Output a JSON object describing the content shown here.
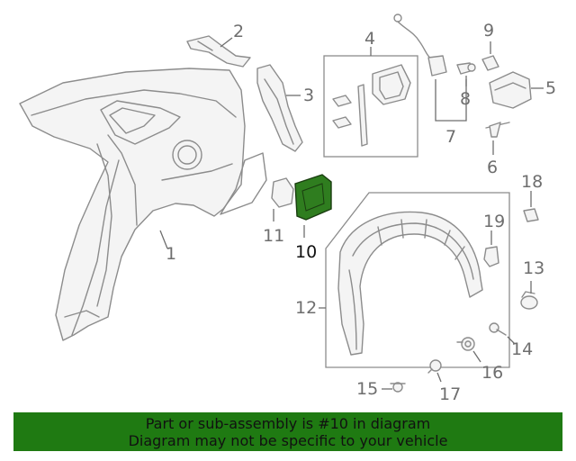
{
  "diagram": {
    "callouts": [
      "1",
      "2",
      "3",
      "4",
      "5",
      "6",
      "7",
      "8",
      "9",
      "10",
      "11",
      "12",
      "13",
      "14",
      "15",
      "16",
      "17",
      "18",
      "19"
    ],
    "highlighted_part": "10",
    "colors": {
      "highlight_fill": "#2f7d1f",
      "banner_bg": "#1f7a12",
      "line": "#8c8c8c"
    }
  },
  "banner": {
    "line1": "Part or sub-assembly is #10 in diagram",
    "line2": "Diagram may not be specific to your vehicle"
  }
}
